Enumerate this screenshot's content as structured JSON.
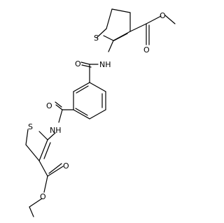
{
  "molecule": {
    "atom_labels": {
      "s_top": "S",
      "nh_top": "NH",
      "o_amide_top": "O",
      "o_ester_carbonyl_top": "O",
      "o_ester_ether_top": "O",
      "o_amide_bottom": "O",
      "nh_bottom": "NH",
      "s_bottom": "S",
      "o_ester_carbonyl_bottom": "O",
      "o_ester_ether_bottom": "O"
    }
  }
}
